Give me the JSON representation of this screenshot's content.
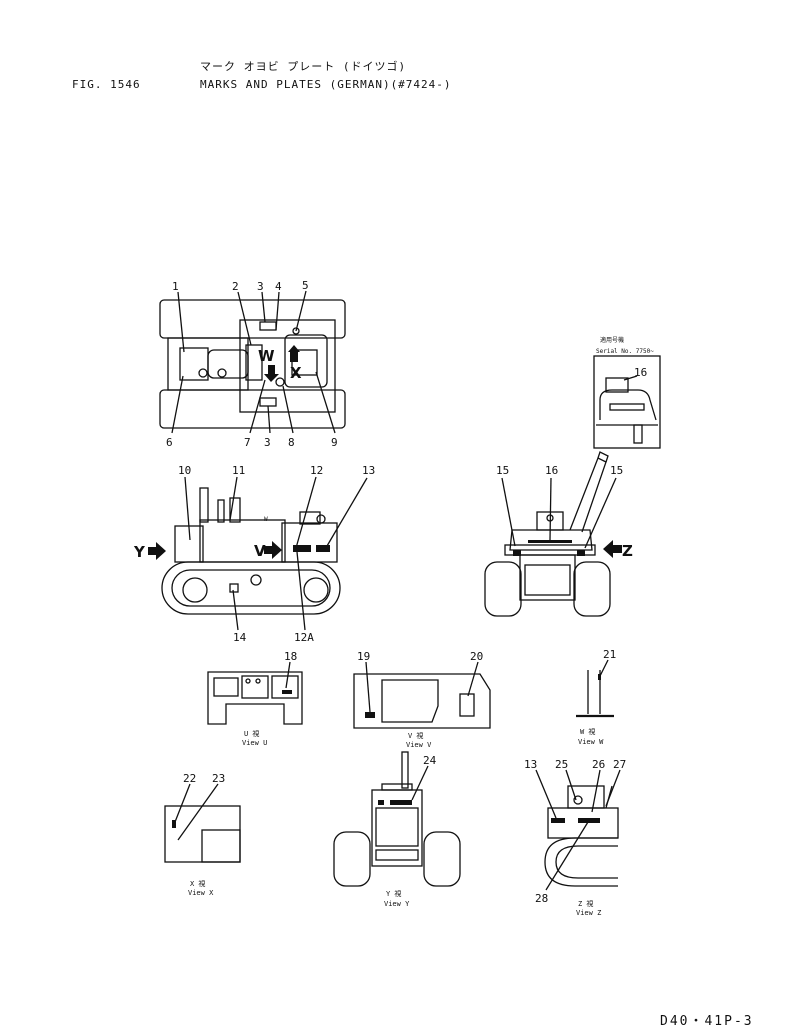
{
  "header": {
    "fig_label": "FIG. 1546",
    "title_jp": "マーク オヨビ プレート (ドイツゴ)",
    "title_en": "MARKS AND PLATES (GERMAN)(#7424-)"
  },
  "footer": {
    "page_code": "D40・41P-3"
  },
  "callouts": {
    "c1": "1",
    "c2": "2",
    "c3": "3",
    "c4": "4",
    "c5": "5",
    "c6": "6",
    "c7": "7",
    "c8": "8",
    "c9": "9",
    "c10": "10",
    "c11": "11",
    "c12": "12",
    "c12a": "12A",
    "c13": "13",
    "c14": "14",
    "c15": "15",
    "c16": "16",
    "c18": "18",
    "c19": "19",
    "c20": "20",
    "c21": "21",
    "c22": "22",
    "c23": "23",
    "c24": "24",
    "c25": "25",
    "c26": "26",
    "c27": "27",
    "c28": "28"
  },
  "view_letters": {
    "u": "U",
    "v": "V",
    "w": "W",
    "x": "X",
    "y": "Y",
    "z": "Z"
  },
  "serial_box": {
    "jp": "適用号機",
    "en": "Serial No. 7750~"
  },
  "view_captions": {
    "u_jp": "U 視",
    "u_en": "View U",
    "v_jp": "V 視",
    "v_en": "View V",
    "w_jp": "W 視",
    "w_en": "View W",
    "x_jp": "X 視",
    "x_en": "View X",
    "y_jp": "Y 視",
    "y_en": "View Y",
    "z_jp": "Z 視",
    "z_en": "View Z"
  }
}
